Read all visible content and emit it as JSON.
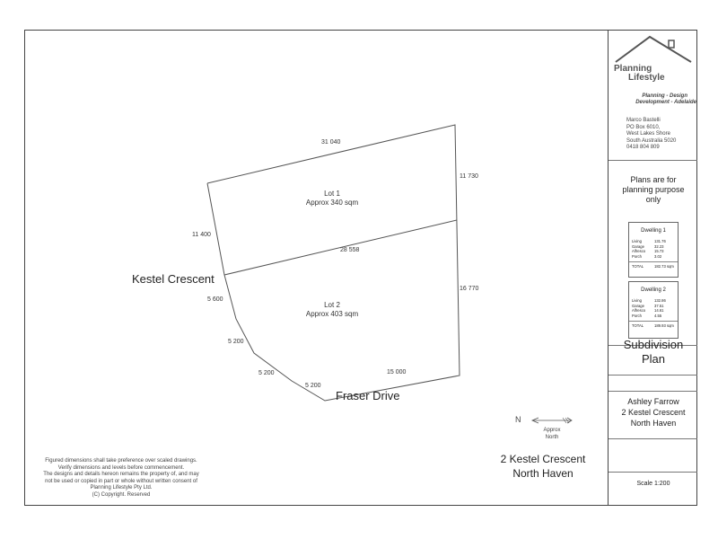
{
  "plan": {
    "dimensions": {
      "top": "31 040",
      "right_upper": "11 730",
      "left_upper": "11 400",
      "divider": "28 558",
      "right_lower": "16 770",
      "left_lower": "5 600",
      "chamfer1": "5 200",
      "chamfer2": "5 200",
      "bottom_left": "5 200",
      "bottom": "15 000"
    },
    "lot1": {
      "name": "Lot 1",
      "area": "Approx 340 sqm"
    },
    "lot2": {
      "name": "Lot 2",
      "area": "Approx 403 sqm"
    },
    "street_west": "Kestel Crescent",
    "street_south": "Fraser Drive",
    "north_letter": "N",
    "north_label_1": "Approx",
    "north_label_2": "North",
    "address_line1": "2 Kestel Crescent",
    "address_line2": "North Haven"
  },
  "disclaimer": [
    "Figured dimensions shall take preference over scaled drawings.",
    "Verify dimensions and levels before commencement.",
    "The designs and details hereon remains the property of, and may",
    "not be used or copied in part or whole without written consent of",
    "Planning Lifestyle Pty Ltd.",
    "(C) Copyright. Reserved"
  ],
  "title_block": {
    "company_line1": "Planning",
    "company_line2": "Lifestyle",
    "tagline1": "Planning - Design",
    "tagline2": "Development - Adelaide",
    "contact": [
      "Marco Bastelli",
      "PO Box 6010,",
      "West Lakes Shore",
      "South Australia 5020",
      "0418 804 809"
    ],
    "note": [
      "Plans are for",
      "planning purpose",
      "only"
    ],
    "dwelling1": {
      "title": "Dwelling 1",
      "rows": [
        {
          "k": "Living",
          "v": "131.76"
        },
        {
          "k": "Garage",
          "v": "32.23"
        },
        {
          "k": "Alfresco",
          "v": "15.73"
        },
        {
          "k": "Porch",
          "v": "3.02"
        }
      ],
      "total_label": "TOTAL",
      "total_value": "182.73 sqm"
    },
    "dwelling2": {
      "title": "Dwelling 2",
      "rows": [
        {
          "k": "Living",
          "v": "132.86"
        },
        {
          "k": "Garage",
          "v": "37.51"
        },
        {
          "k": "Alfresco",
          "v": "14.61"
        },
        {
          "k": "Porch",
          "v": "4.55"
        }
      ],
      "total_label": "TOTAL",
      "total_value": "189.93 sqm"
    },
    "drawing_title1": "Subdivision",
    "drawing_title2": "Plan",
    "client": [
      "Ashley Farrow",
      "2 Kestel Crescent",
      "North Haven"
    ],
    "scale": "Scale 1:200"
  }
}
